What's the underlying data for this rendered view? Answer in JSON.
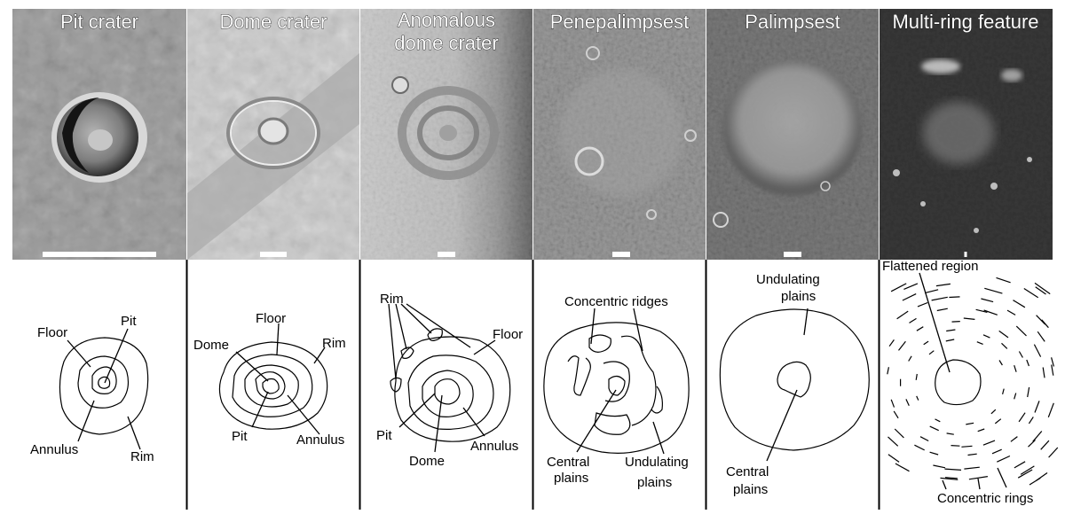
{
  "figure": {
    "panels": [
      {
        "id": "pit-crater",
        "title": "Pit crater",
        "labels": [
          "Floor",
          "Pit",
          "Annulus",
          "Rim"
        ]
      },
      {
        "id": "dome-crater",
        "title": "Dome crater",
        "labels": [
          "Floor",
          "Rim",
          "Dome",
          "Pit",
          "Annulus"
        ]
      },
      {
        "id": "anomalous-dome-crater",
        "title_line1": "Anomalous",
        "title_line2": "dome crater",
        "labels": [
          "Rim",
          "Floor",
          "Pit",
          "Dome",
          "Annulus"
        ]
      },
      {
        "id": "penepalimpsest",
        "title": "Penepalimpsest",
        "labels": [
          "Concentric ridges",
          "Central",
          "plains",
          "Undulating",
          "plains"
        ]
      },
      {
        "id": "palimpsest",
        "title": "Palimpsest",
        "labels": [
          "Undulating",
          "plains",
          "Central",
          "plains"
        ]
      },
      {
        "id": "multi-ring-feature",
        "title": "Multi-ring feature",
        "labels": [
          "Flattened region",
          "Concentric rings"
        ]
      }
    ],
    "colors": {
      "ink": "#000000",
      "background": "#ffffff",
      "photo_tones": [
        "#9a9a9a",
        "#bdbdbd",
        "#c9c9c9",
        "#7a7a7a",
        "#6e6e6e",
        "#2f2f2f"
      ]
    }
  }
}
